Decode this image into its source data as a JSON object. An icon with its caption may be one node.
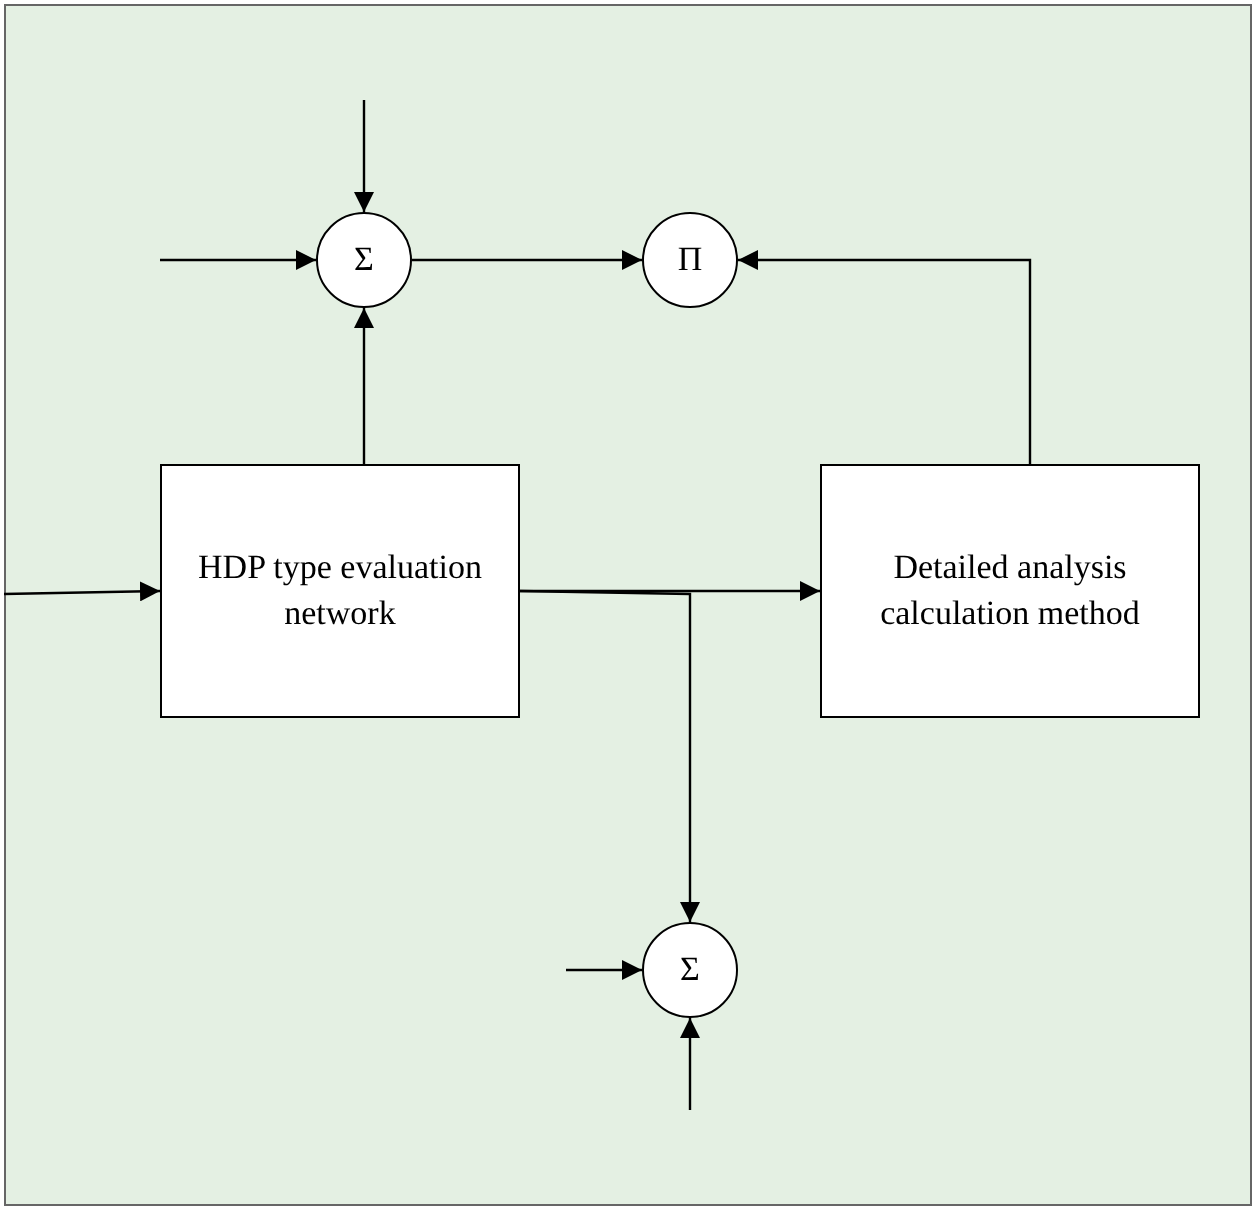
{
  "diagram": {
    "nodes": [
      {
        "text": [
          "Σ"
        ]
      },
      {
        "text": [
          "Π"
        ]
      },
      {
        "text": [
          "HDP type evaluation network"
        ]
      },
      {
        "text": [
          "Detailed analysis calculation method"
        ]
      },
      {
        "text": [
          "Σ"
        ]
      }
    ],
    "edges": [
      {
        "from": null,
        "to": 0,
        "arrow": "to"
      },
      {
        "from": null,
        "to": 0,
        "arrow": "to"
      },
      {
        "from": 0,
        "to": 1,
        "arrow": "to"
      },
      {
        "from": 2,
        "to": 0,
        "arrow": "to"
      },
      {
        "from": 3,
        "to": 1,
        "arrow": "to"
      },
      {
        "from": null,
        "to": 2,
        "arrow": "to"
      },
      {
        "from": 2,
        "to": 3,
        "arrow": "to"
      },
      {
        "from": 2,
        "to": 4,
        "arrow": "to"
      },
      {
        "from": null,
        "to": 4,
        "arrow": "to"
      },
      {
        "from": null,
        "to": 4,
        "arrow": "to"
      }
    ]
  }
}
